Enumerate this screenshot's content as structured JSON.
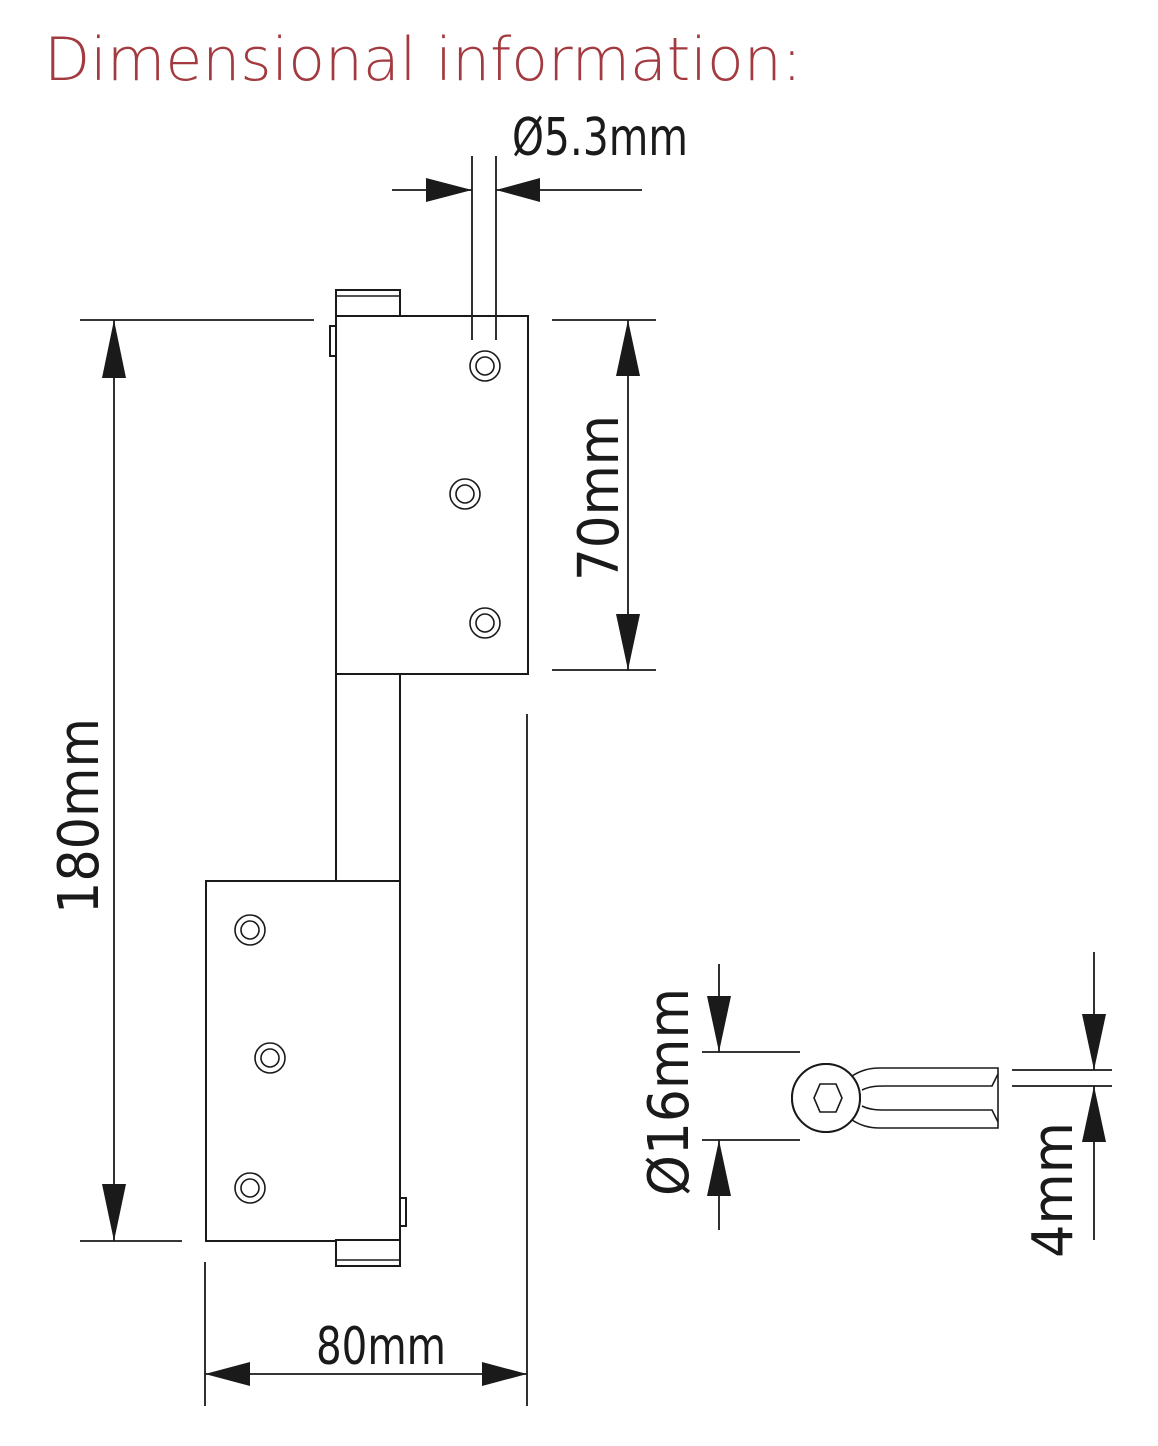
{
  "title": "Dimensional information:",
  "colors": {
    "title": "#a33a3f",
    "line": "#1a1a1a",
    "background": "#ffffff"
  },
  "dimensions": {
    "hole_diameter": "Ø5.3mm",
    "leaf_height": "70mm",
    "overall_height": "180mm",
    "overall_width": "80mm",
    "knuckle_diameter": "Ø16mm",
    "leaf_thickness": "4mm"
  }
}
